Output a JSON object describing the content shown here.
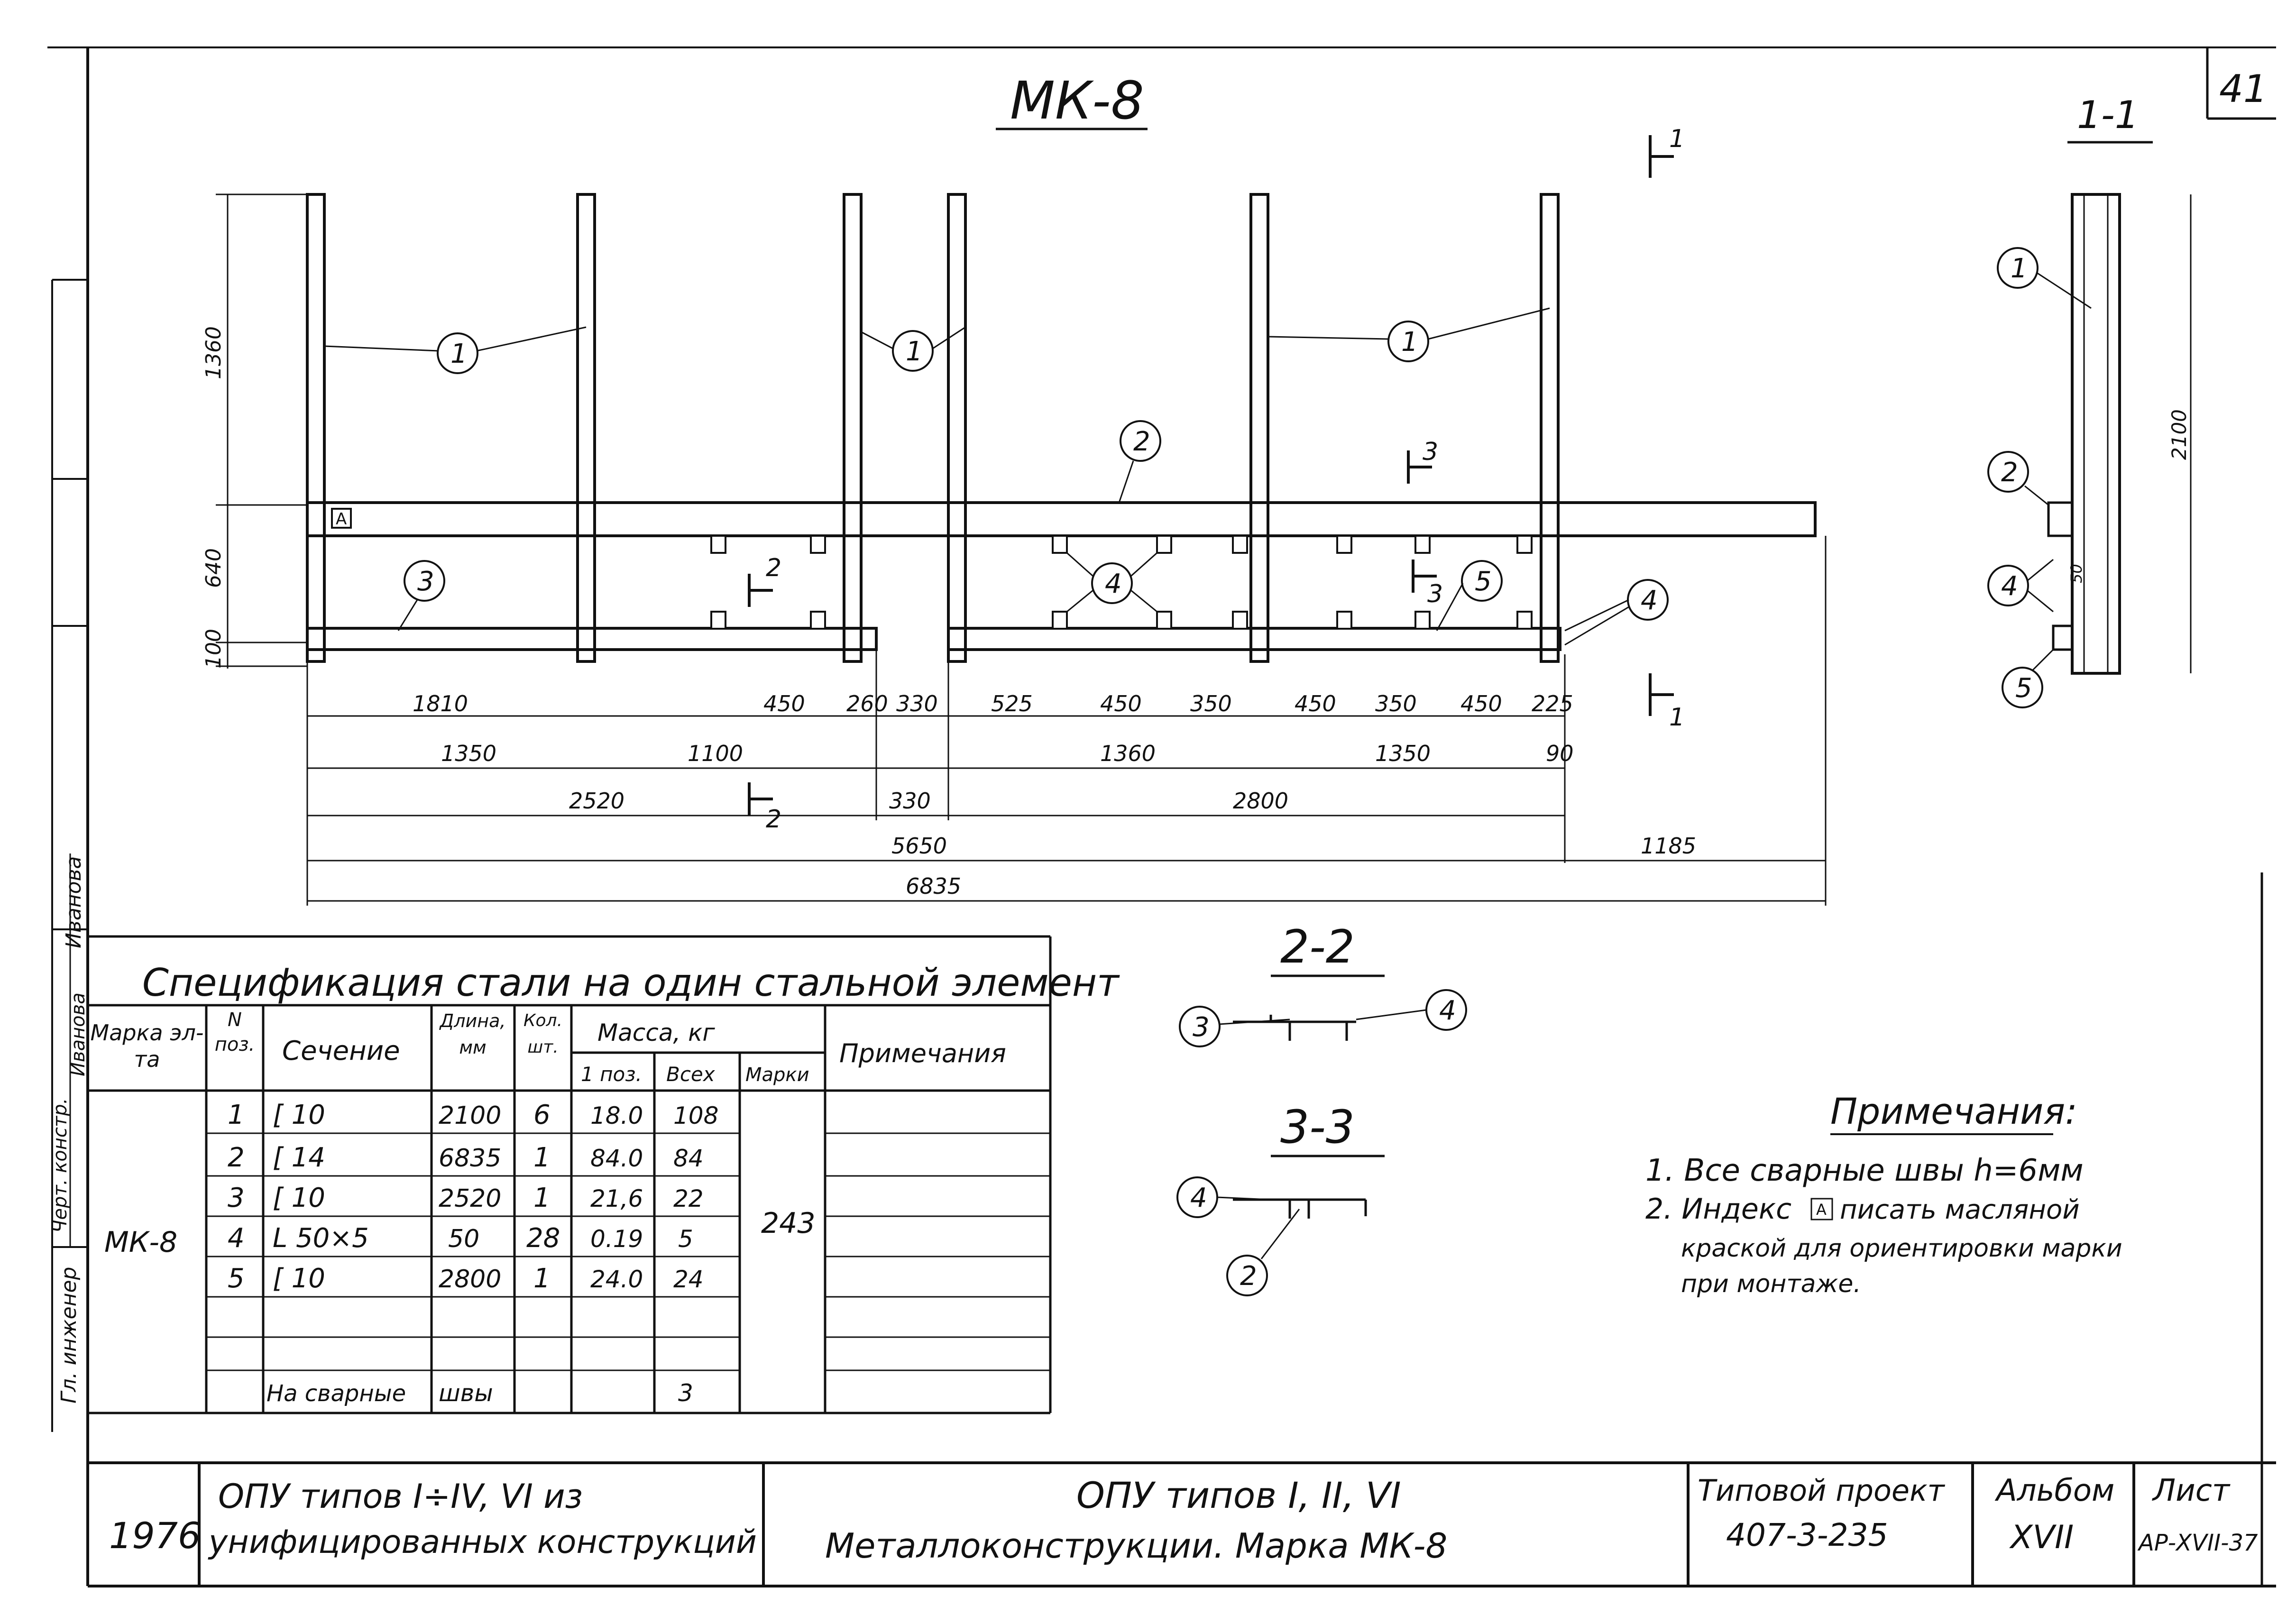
{
  "sheet_number": "41",
  "drawing": {
    "title": "МК-8",
    "callouts": {
      "c1": "1",
      "c2": "2",
      "c3": "3",
      "c4": "4",
      "c5": "5"
    },
    "section_marks": {
      "s1": "1",
      "s2": "2",
      "s3": "3"
    },
    "vertical_dims": {
      "d1360": "1360",
      "d640": "640",
      "d100": "100"
    },
    "dims": {
      "row1": [
        "1810",
        "450",
        "260",
        "330",
        "525",
        "450",
        "350",
        "450",
        "350",
        "450",
        "225"
      ],
      "row2": [
        "1350",
        "1100",
        "1360",
        "1350",
        "90"
      ],
      "row3": [
        "2520",
        "330",
        "2800"
      ],
      "row4": [
        "5650",
        "1185"
      ],
      "row5": [
        "6835"
      ]
    },
    "index_marker": "A"
  },
  "section_1_1": {
    "title": "1-1",
    "dim": "2100",
    "dim50": "50",
    "callouts": [
      "1",
      "2",
      "4",
      "5"
    ]
  },
  "section_2_2": {
    "title": "2-2",
    "callouts": [
      "3",
      "4"
    ]
  },
  "section_3_3": {
    "title": "3-3",
    "callouts": [
      "4",
      "2"
    ]
  },
  "spec_table": {
    "title": "Спецификация стали на один стальной элемент",
    "headers": {
      "mark": "Марка эл-та",
      "pos": "N поз.",
      "section": "Сечение",
      "length": "Длина, мм",
      "count": "Кол. шт.",
      "mass": "Масса, кг",
      "mass_pos": "1 поз.",
      "mass_all": "Всех",
      "mass_mark": "Марки",
      "notes": "Примечания"
    },
    "mark": "МК-8",
    "mark_mass": "243",
    "rows": [
      {
        "pos": "1",
        "section": "[ 10",
        "length": "2100",
        "count": "6",
        "mass_pos": "18.0",
        "mass_all": "108"
      },
      {
        "pos": "2",
        "section": "[ 14",
        "length": "6835",
        "count": "1",
        "mass_pos": "84.0",
        "mass_all": "84"
      },
      {
        "pos": "3",
        "section": "[ 10",
        "length": "2520",
        "count": "1",
        "mass_pos": "21,6",
        "mass_all": "22"
      },
      {
        "pos": "4",
        "section": "L 50×5",
        "length": "50",
        "count": "28",
        "mass_pos": "0.19",
        "mass_all": "5"
      },
      {
        "pos": "5",
        "section": "[ 10",
        "length": "2800",
        "count": "1",
        "mass_pos": "24.0",
        "mass_all": "24"
      }
    ],
    "weld_label": "На сварные",
    "weld_unit": "швы",
    "weld_mass": "3"
  },
  "notes": {
    "title": "Примечания:",
    "n1": "1. Все сварные швы h=6мм",
    "n2a": "2. Индекс",
    "n2_box": "A",
    "n2b": "писать масляной",
    "n2c": "краской для ориентировки марки",
    "n2d": "при монтаже."
  },
  "side_stamp": {
    "t1": "Иванова",
    "t2": "Черт. констр.",
    "t3": "Иванова",
    "t4": "Гл. инженер"
  },
  "title_block": {
    "year": "1976",
    "project_line1": "ОПУ типов I÷IV, VI из",
    "project_line2": "унифицированных конструкций",
    "sheet_line1": "ОПУ типов I, II, VI",
    "sheet_line2": "Металлоконструкции. Марка МК-8",
    "typ_label": "Типовой проект",
    "typ_value": "407-3-235",
    "album_label": "Альбом",
    "album_value": "XVII",
    "list_label": "Лист",
    "list_value": "АР-XVII-37"
  }
}
